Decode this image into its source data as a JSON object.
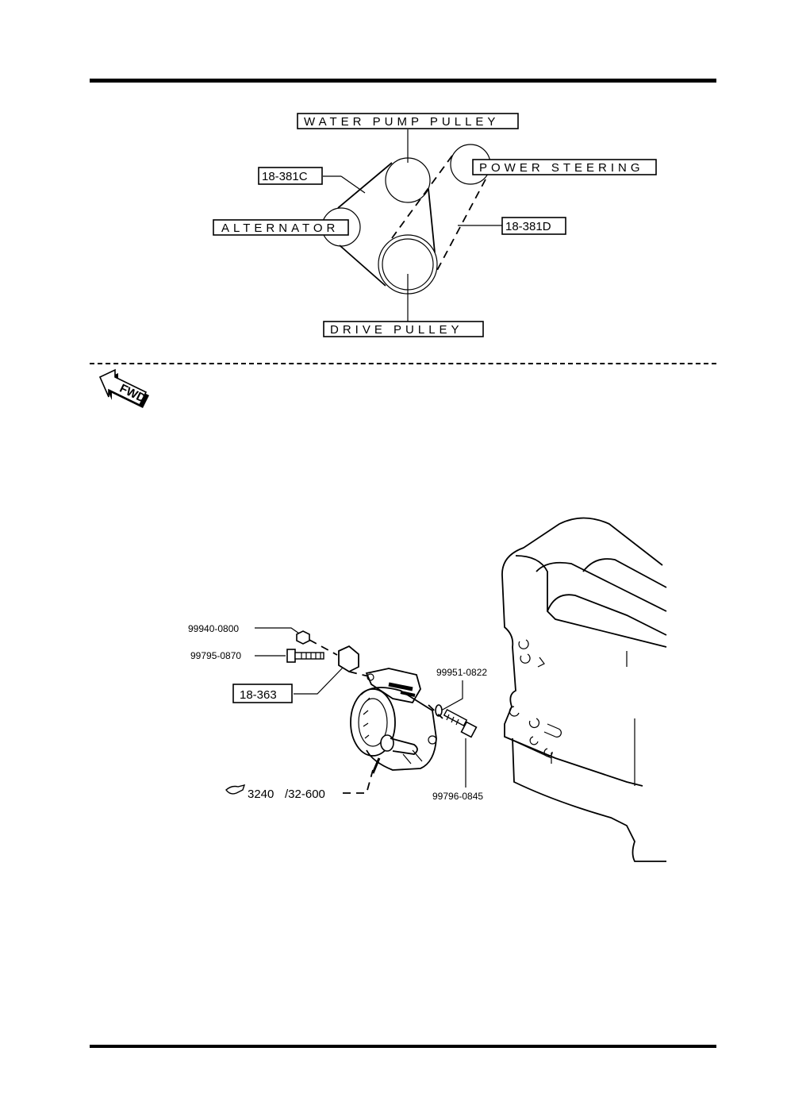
{
  "belt_diagram": {
    "water_pump_label": "WATER PUMP PULLEY",
    "power_steering_label": "POWER STEERING",
    "alternator_label": "ALTERNATOR",
    "drive_pulley_label": "DRIVE PULLEY",
    "belt_ref_c": "18-381C",
    "belt_ref_d": "18-381D"
  },
  "orientation": {
    "fwd_label": "FWD"
  },
  "exploded_view": {
    "part_nut": "99940-0800",
    "part_bolt_upper": "99795-0870",
    "part_ref_box": "18-363",
    "part_washer": "99951-0822",
    "part_bolt_lower": "99796-0845",
    "reference_main": "3240",
    "reference_sub": "/32-600"
  }
}
